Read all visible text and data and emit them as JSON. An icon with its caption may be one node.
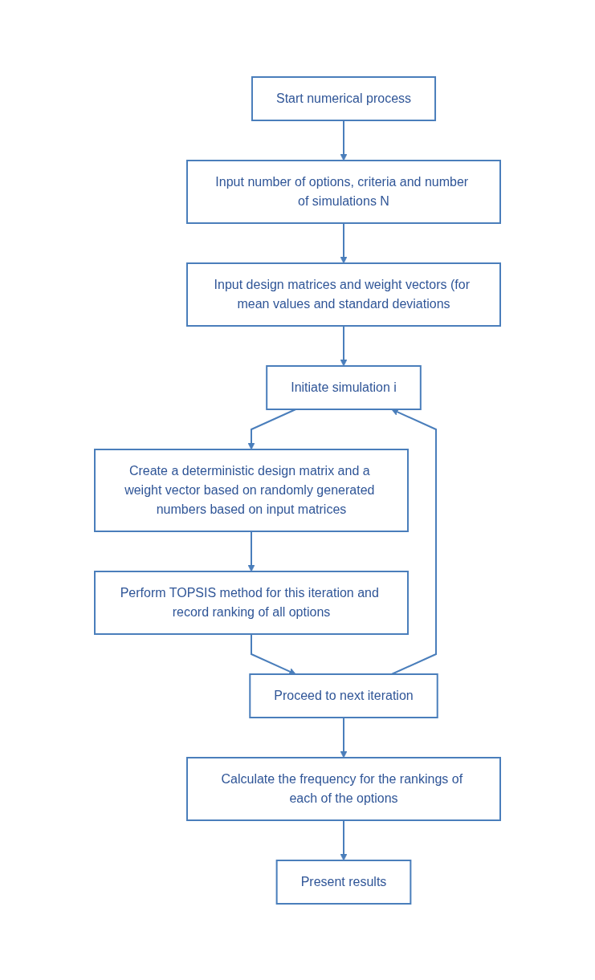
{
  "diagram": {
    "nodes": [
      {
        "text": [
          "Start numerical process"
        ]
      },
      {
        "text": [
          "Input number of options, criteria and number of simulations N"
        ]
      },
      {
        "text": [
          "Input design matrices and weight vectors (for mean values and standard deviations"
        ]
      },
      {
        "text": [
          "Initiate simulation i"
        ]
      },
      {
        "text": [
          "Create a deterministic design matrix and a weight vector based on randomly generated numbers based on input matrices"
        ]
      },
      {
        "text": [
          "Perform TOPSIS method for this iteration and record ranking of all options"
        ]
      },
      {
        "text": [
          "Proceed to next iteration"
        ]
      },
      {
        "text": [
          "Calculate the frequency for the rankings of each of the options"
        ]
      },
      {
        "text": [
          "Present results"
        ]
      }
    ],
    "edges": [
      {
        "from": 0,
        "to": 1,
        "arrow": "to"
      },
      {
        "from": 1,
        "to": 2,
        "arrow": "to"
      },
      {
        "from": 2,
        "to": 3,
        "arrow": "to"
      },
      {
        "from": 3,
        "to": 4,
        "arrow": "to"
      },
      {
        "from": 4,
        "to": 5,
        "arrow": "to"
      },
      {
        "from": 5,
        "to": 6,
        "arrow": "to"
      },
      {
        "from": 6,
        "to": 3,
        "arrow": "to"
      },
      {
        "from": 6,
        "to": 7,
        "arrow": "to"
      },
      {
        "from": 7,
        "to": 8,
        "arrow": "to"
      }
    ]
  }
}
